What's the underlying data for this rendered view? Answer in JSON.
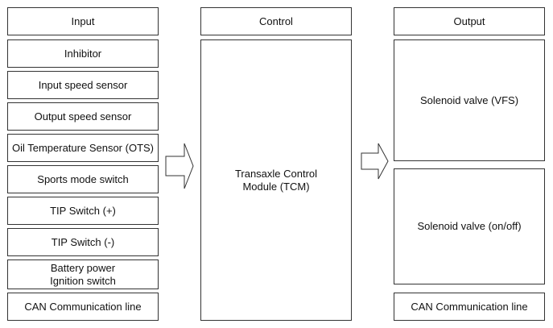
{
  "columns": {
    "input_header": "Input",
    "control_header": "Control",
    "output_header": "Output"
  },
  "inputs": [
    "Inhibitor",
    "Input speed sensor",
    "Output speed sensor",
    "Oil Temperature Sensor (OTS)",
    "Sports mode switch",
    "TIP Switch (+)",
    "TIP Switch (-)",
    "Battery power\nIgnition switch",
    "CAN Communication line"
  ],
  "control": {
    "module_label": "Transaxle Control\nModule (TCM)"
  },
  "outputs": [
    "Solenoid valve (VFS)",
    "Solenoid valve (on/off)",
    "CAN Communication line"
  ],
  "arrows": [
    "arrow-input-to-control",
    "arrow-control-to-output"
  ]
}
